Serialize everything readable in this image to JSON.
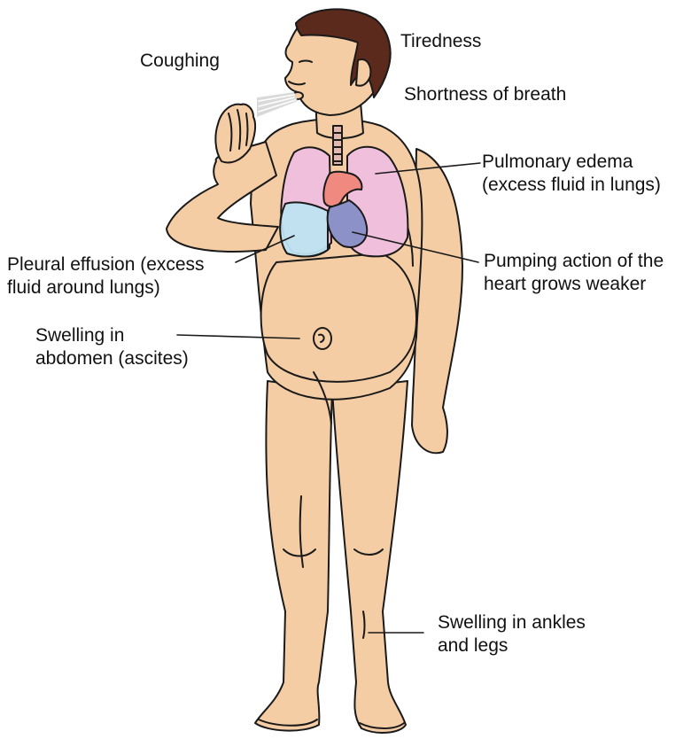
{
  "labels": {
    "coughing": "Coughing",
    "tiredness": "Tiredness",
    "shortness_of_breath": "Shortness of breath",
    "pulmonary_edema": [
      "Pulmonary edema",
      "(excess fluid in lungs)"
    ],
    "pleural_effusion": [
      "Pleural effusion (excess",
      "fluid around lungs)"
    ],
    "pumping_action": [
      "Pumping action of the",
      "heart grows weaker"
    ],
    "abdomen": [
      "Swelling in",
      "abdomen (ascites)"
    ],
    "ankles": [
      "Swelling in ankles",
      "and legs"
    ]
  },
  "colors": {
    "skin": "#f5cda4",
    "outline": "#1a1a1a",
    "hair": "#5b2a1c",
    "lung": "#efbfdc",
    "effusion_fluid": "#bfe3f0",
    "heart_artery": "#f08a80",
    "heart_vein": "#8c92c8",
    "trachea": "#e3b8ae",
    "cough_puff": "#d9d9d9"
  }
}
